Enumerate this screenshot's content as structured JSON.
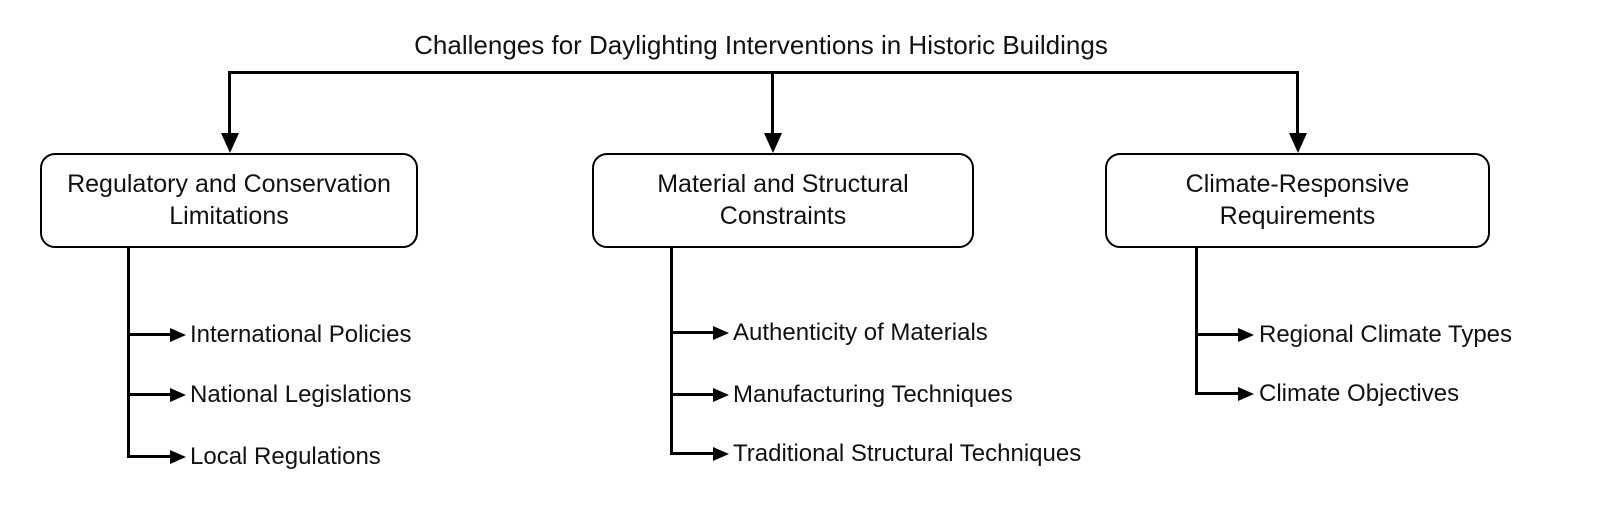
{
  "diagram": {
    "title": "Challenges for Daylighting Interventions in Historic Buildings",
    "colors": {
      "stroke": "#000000",
      "background": "#ffffff",
      "node_fill": "#ffffff",
      "text": "#111111"
    },
    "branches": [
      {
        "label": "Regulatory and Conservation Limitations",
        "children": [
          "International Policies",
          "National Legislations",
          "Local Regulations"
        ]
      },
      {
        "label": "Material and Structural Constraints",
        "children": [
          "Authenticity of Materials",
          "Manufacturing Techniques",
          "Traditional Structural Techniques"
        ]
      },
      {
        "label": "Climate-Responsive Requirements",
        "children": [
          "Regional Climate Types",
          "Climate Objectives"
        ]
      }
    ]
  }
}
